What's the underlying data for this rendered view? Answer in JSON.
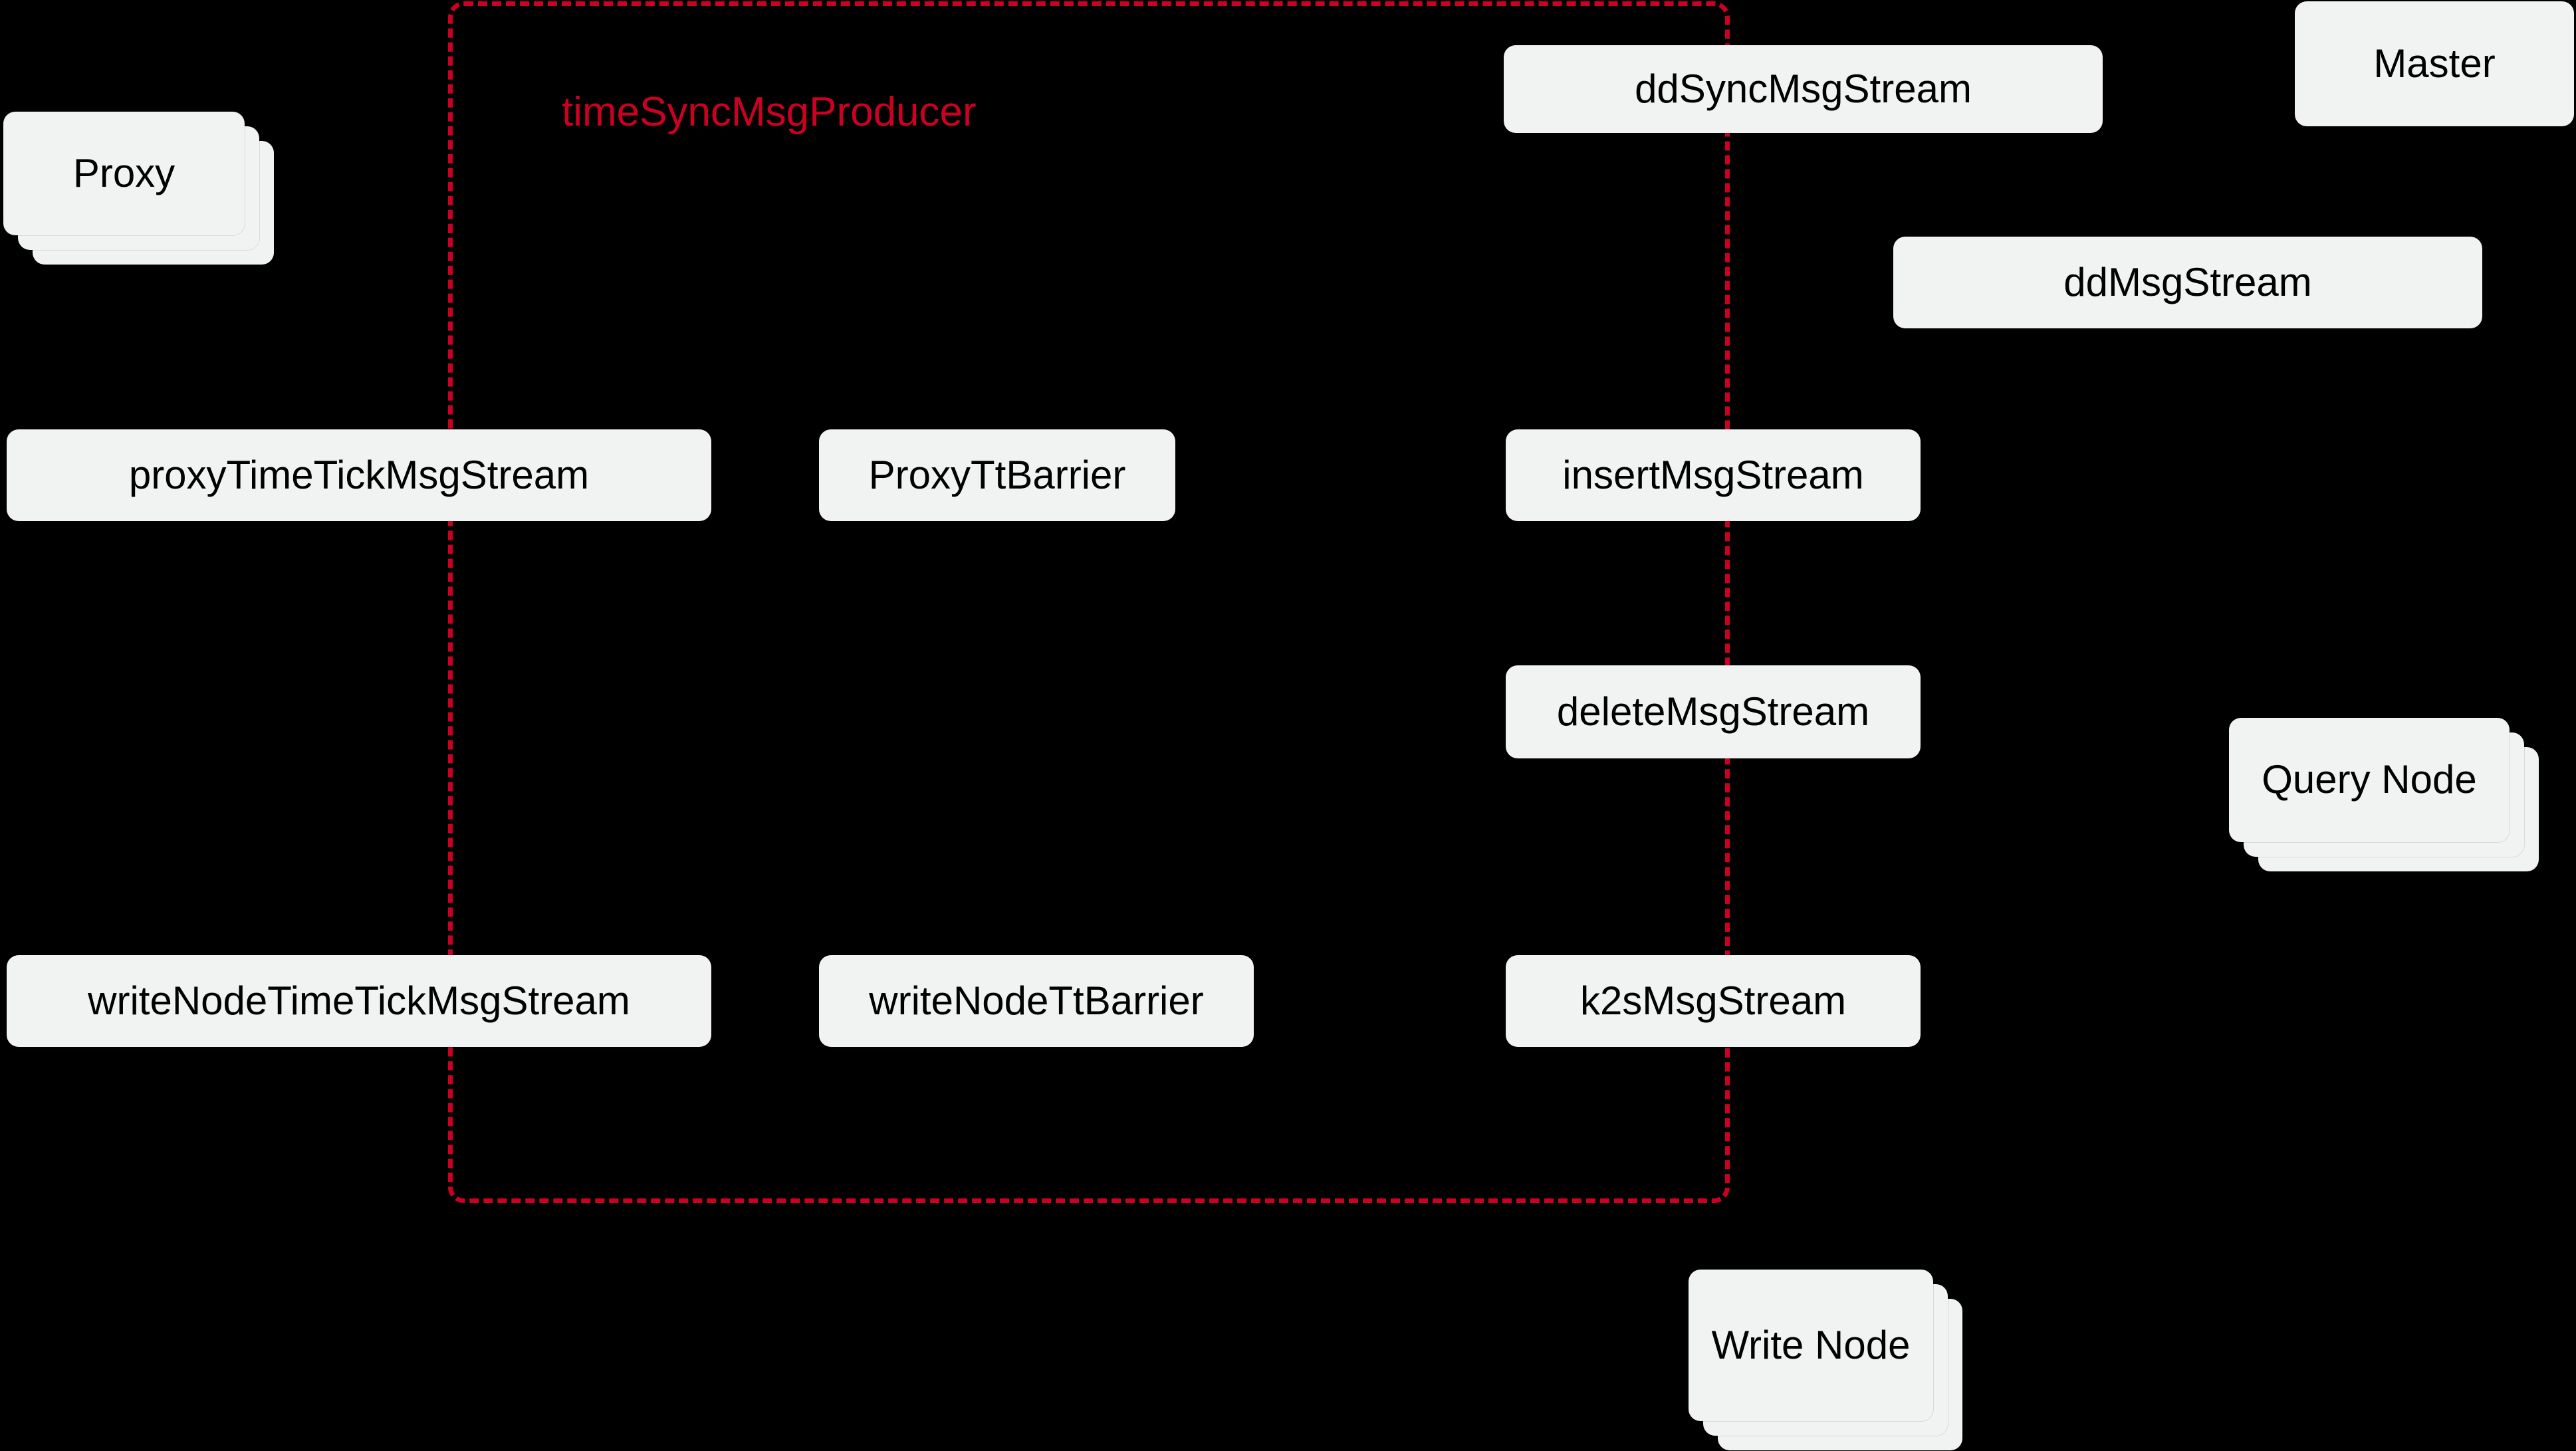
{
  "diagram": {
    "background_color": "#000000",
    "node_fill_color": "#f1f2f2",
    "node_text_color": "#000000",
    "group_border_color": "#cc0022",
    "group": {
      "label": "timeSyncMsgProducer",
      "border_style": "dashed"
    },
    "stacks": [
      {
        "id": "proxy",
        "label": "Proxy",
        "cards": 3
      },
      {
        "id": "query-node",
        "label": "Query Node",
        "cards": 3
      },
      {
        "id": "write-node",
        "label": "Write Node",
        "cards": 3
      }
    ],
    "nodes": [
      {
        "id": "dd-sync-msg-stream",
        "label": "ddSyncMsgStream"
      },
      {
        "id": "master",
        "label": "Master"
      },
      {
        "id": "dd-msg-stream",
        "label": "ddMsgStream"
      },
      {
        "id": "proxy-time-tick-msg-stream",
        "label": "proxyTimeTickMsgStream"
      },
      {
        "id": "proxy-tt-barrier",
        "label": "ProxyTtBarrier"
      },
      {
        "id": "insert-msg-stream",
        "label": "insertMsgStream"
      },
      {
        "id": "delete-msg-stream",
        "label": "deleteMsgStream"
      },
      {
        "id": "write-node-time-tick-msg-stream",
        "label": "writeNodeTimeTickMsgStream"
      },
      {
        "id": "write-node-tt-barrier",
        "label": "writeNodeTtBarrier"
      },
      {
        "id": "k2s-msg-stream",
        "label": "k2sMsgStream"
      }
    ]
  }
}
